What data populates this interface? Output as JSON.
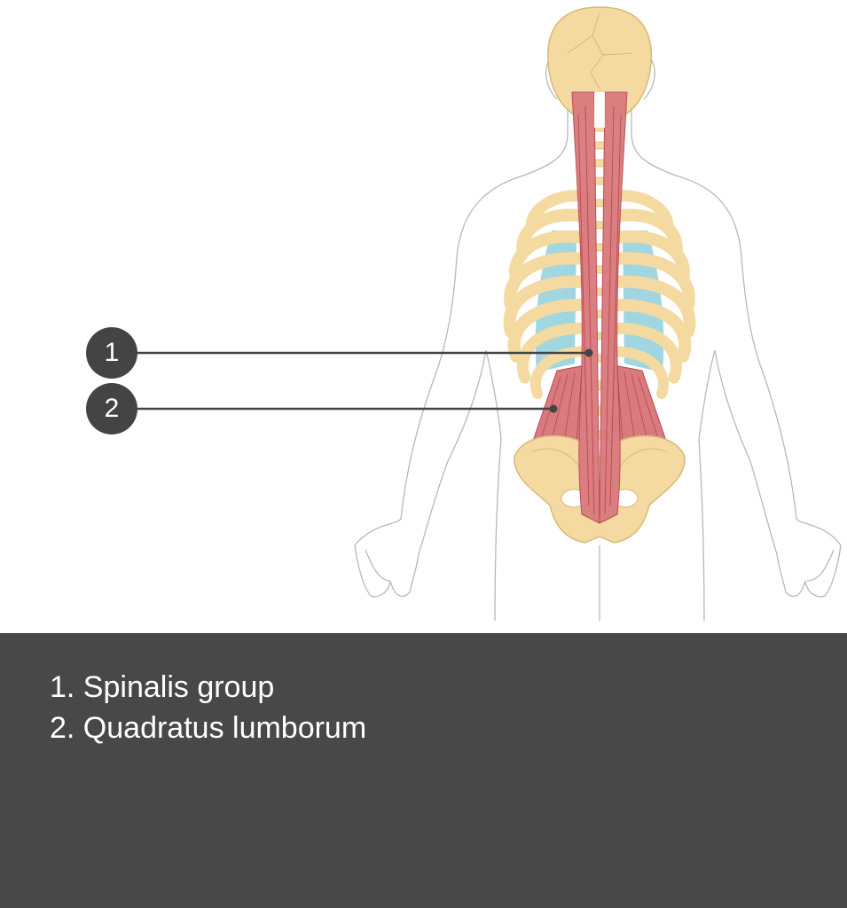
{
  "colors": {
    "bone": "#f4d9a0",
    "bone_outline": "#d9b878",
    "muscle": "#d97a7e",
    "muscle_dark": "#b9474f",
    "intercostal": "#8fd0dc",
    "body_outline": "#b8b8b8",
    "marker_fill": "#444444",
    "leader_line": "#444444",
    "legend_panel": "#484848",
    "legend_text": "#ffffff"
  },
  "markers": [
    {
      "number": "1"
    },
    {
      "number": "2"
    }
  ],
  "legend": {
    "items": [
      {
        "text": "1. Spinalis group"
      },
      {
        "text": "2. Quadratus lumborum"
      }
    ]
  }
}
